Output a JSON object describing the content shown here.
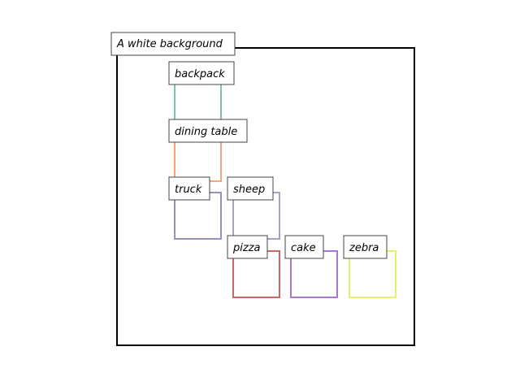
{
  "scene": {
    "background_label": "A white background",
    "frame_color": "#000000",
    "objects": [
      {
        "label": "backpack",
        "color": "#7fc4a2"
      },
      {
        "label": "dining table",
        "color": "#f0a878"
      },
      {
        "label": "truck",
        "color": "#9890bc"
      },
      {
        "label": "sheep",
        "color": "#a8a2bc"
      },
      {
        "label": "pizza",
        "color": "#c86868"
      },
      {
        "label": "cake",
        "color": "#a878cc"
      },
      {
        "label": "zebra",
        "color": "#e6f070"
      }
    ]
  }
}
